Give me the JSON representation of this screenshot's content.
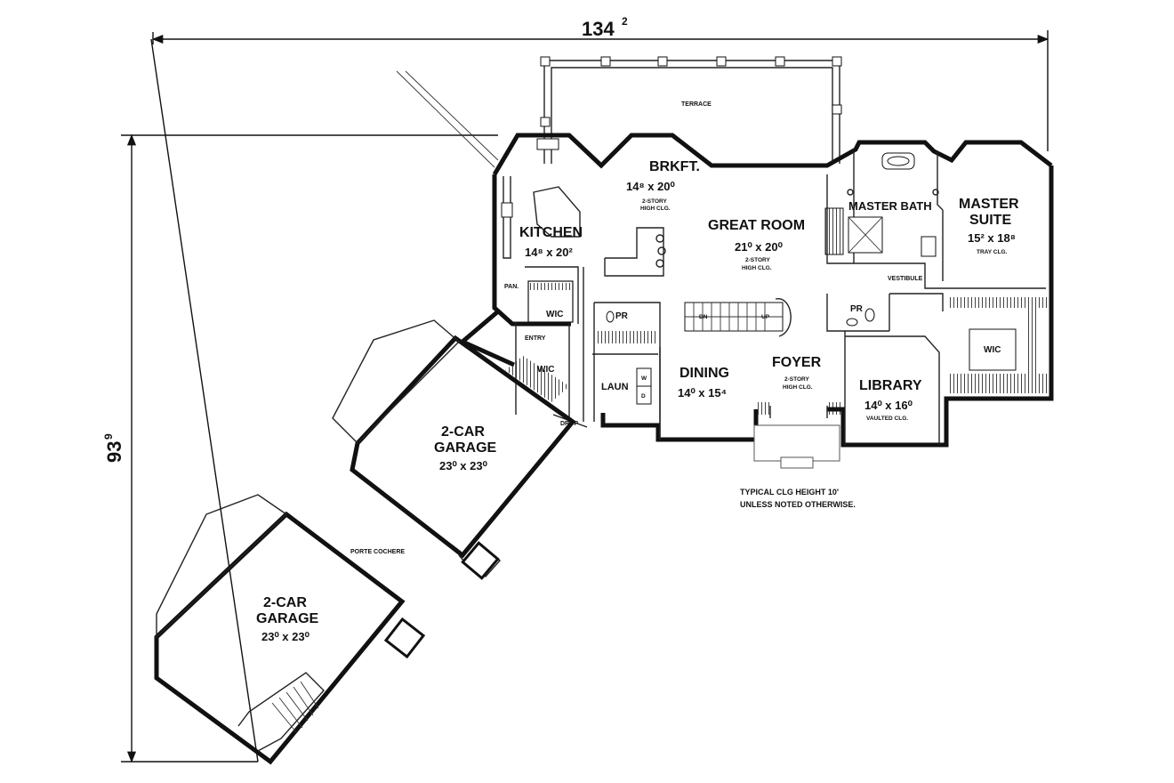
{
  "dimensions": {
    "width": {
      "main": "134",
      "sup": "2"
    },
    "depth": {
      "main": "93",
      "sup": "9"
    }
  },
  "rooms": {
    "terrace": {
      "name": "TERRACE"
    },
    "brkft": {
      "name": "BRKFT.",
      "size": "14⁸ x 20⁰",
      "note1": "2-STORY",
      "note2": "HIGH CLG."
    },
    "kitchen": {
      "name": "KITCHEN",
      "size": "14⁸ x 20²"
    },
    "great_room": {
      "name": "GREAT ROOM",
      "size": "21⁰ x 20⁰",
      "note1": "2-STORY",
      "note2": "HIGH CLG."
    },
    "master_bath": {
      "name": "MASTER BATH"
    },
    "master_suite": {
      "name1": "MASTER",
      "name2": "SUITE",
      "size": "15² x 18⁸",
      "note": "TRAY CLG."
    },
    "vestibule": {
      "name": "VESTIBULE"
    },
    "pan": {
      "name": "PAN."
    },
    "wic_kitchen": {
      "name": "WIC"
    },
    "entry": {
      "name": "ENTRY"
    },
    "wic_entry": {
      "name": "WIC"
    },
    "pr_laun": {
      "name": "PR"
    },
    "dn": {
      "name": "DN"
    },
    "up": {
      "name": "UP"
    },
    "pr_vest": {
      "name": "PR"
    },
    "wic_master": {
      "name": "WIC"
    },
    "dining": {
      "name": "DINING",
      "size": "14⁰ x 15⁴"
    },
    "foyer": {
      "name": "FOYER",
      "note1": "2-STORY",
      "note2": "HIGH CLG."
    },
    "library": {
      "name": "LIBRARY",
      "size": "14⁰ x 16⁰",
      "note": "VAULTED CLG."
    },
    "laun": {
      "name": "LAUN",
      "washer": "W",
      "dryer": "D"
    },
    "drop": {
      "name": "DROP"
    },
    "garage1": {
      "name1": "2-CAR",
      "name2": "GARAGE",
      "size": "23⁰ x 23⁰"
    },
    "garage2": {
      "name1": "2-CAR",
      "name2": "GARAGE",
      "size": "23⁰ x 23⁰"
    },
    "porte_cochere": {
      "name": "PORTE COCHERE"
    }
  },
  "notes": {
    "line1": "TYPICAL CLG HEIGHT 10'",
    "line2": "UNLESS NOTED OTHERWISE."
  }
}
